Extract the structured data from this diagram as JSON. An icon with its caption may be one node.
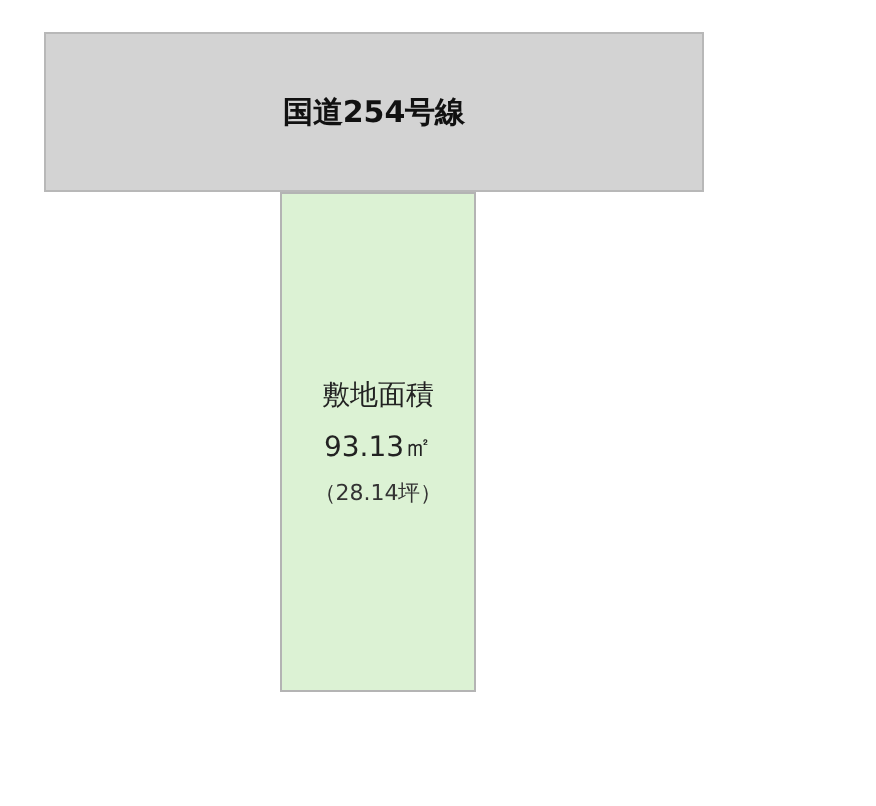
{
  "diagram": {
    "nodes": [
      {
        "text": [
          "国道254号線"
        ]
      },
      {
        "text": [
          "敷地面積",
          "93.13㎡",
          "（28.14坪）"
        ]
      }
    ]
  }
}
